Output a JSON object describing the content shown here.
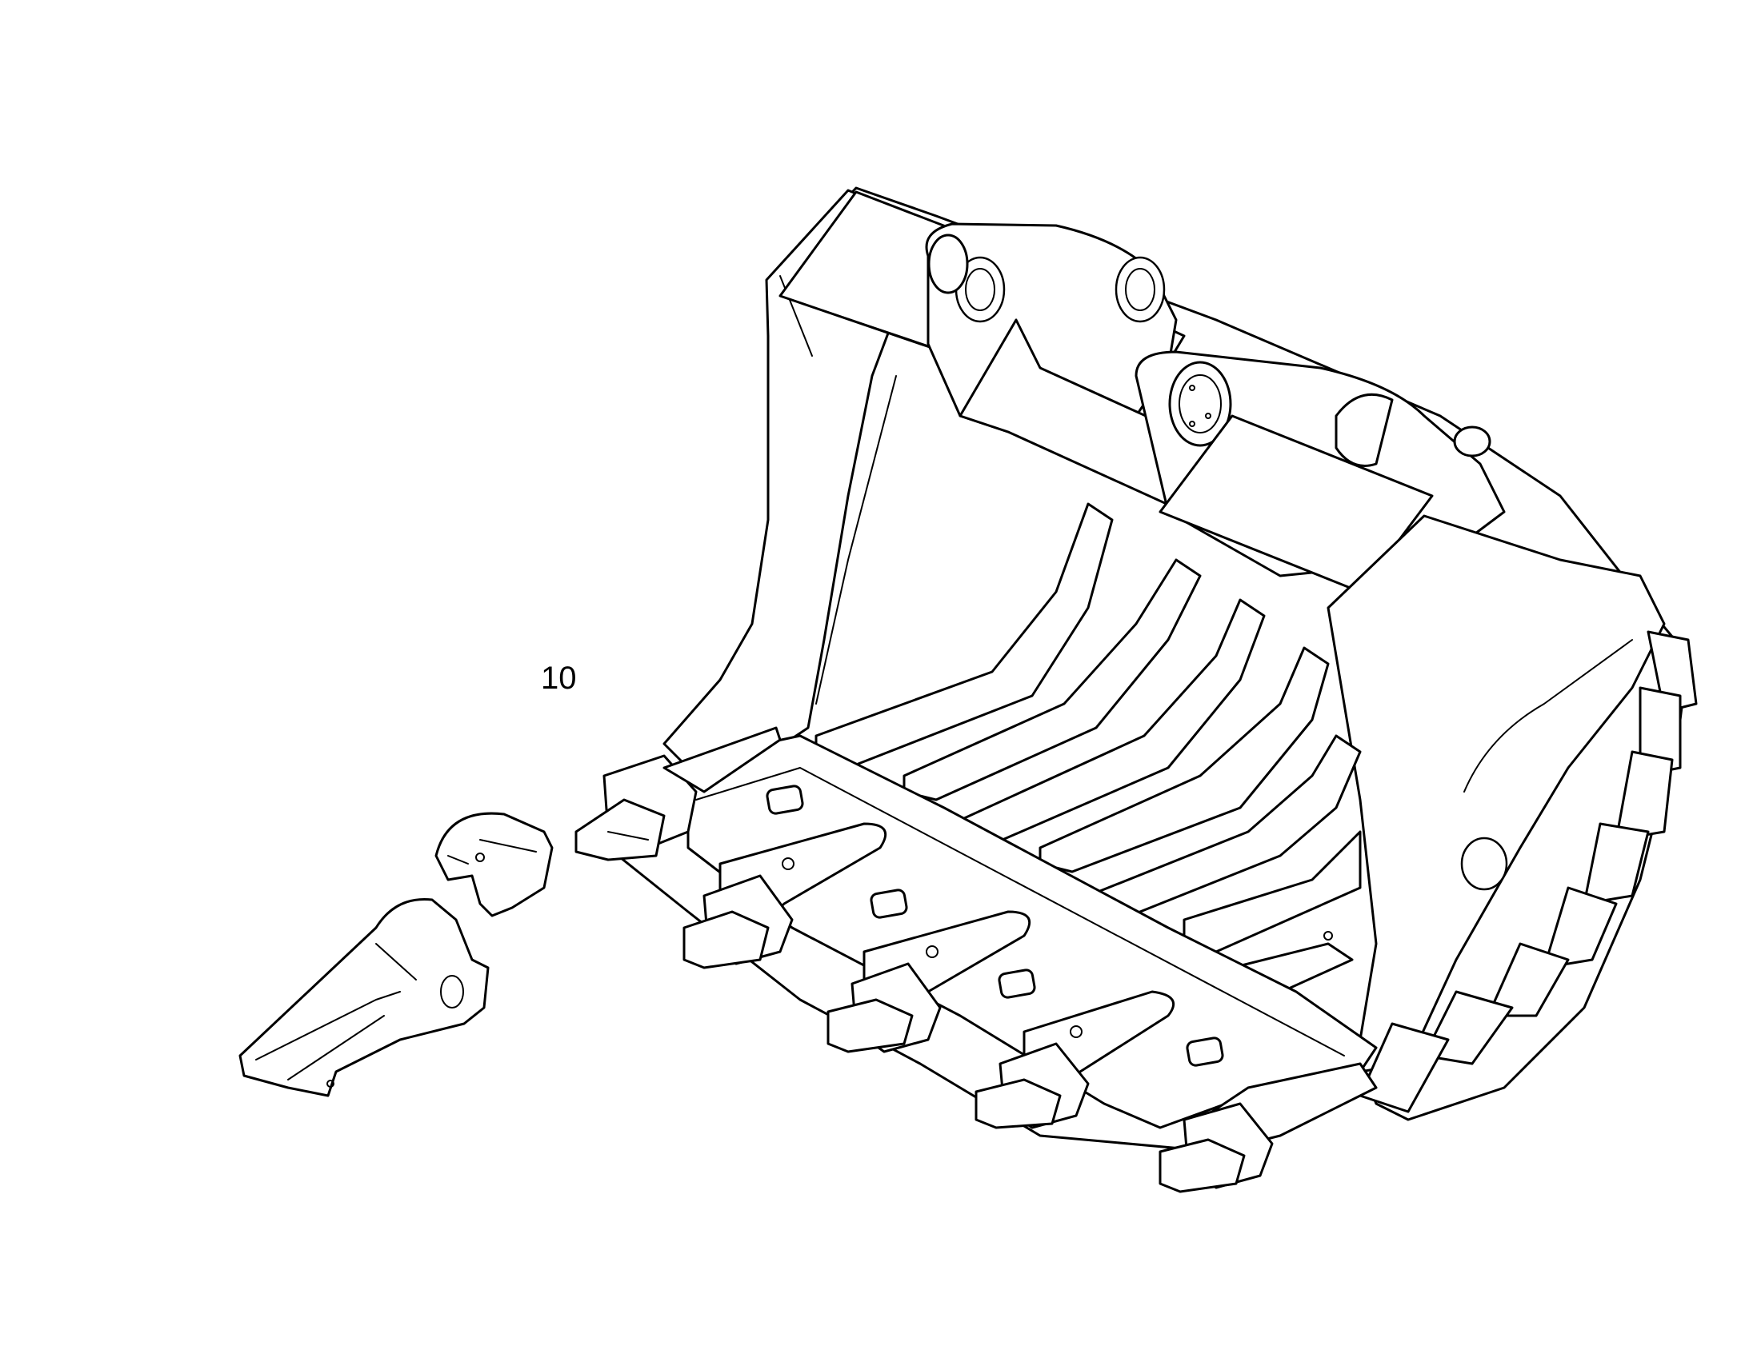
{
  "diagram": {
    "callouts": [
      {
        "id": "callout-10",
        "text": "10"
      }
    ]
  },
  "parts": [
    {
      "name": "bucket-body"
    },
    {
      "name": "tooth-adapter"
    },
    {
      "name": "tooth-tip"
    },
    {
      "name": "side-cutter"
    }
  ]
}
